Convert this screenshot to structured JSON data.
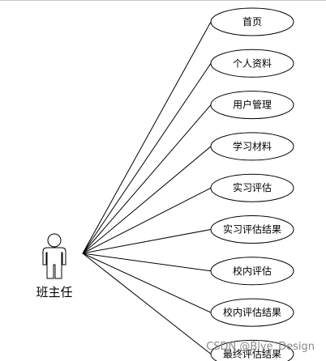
{
  "actor": {
    "label": "班主任",
    "icon": "person-icon"
  },
  "use_cases": [
    {
      "label": "首页"
    },
    {
      "label": "个人资料"
    },
    {
      "label": "用户管理"
    },
    {
      "label": "学习材料"
    },
    {
      "label": "实习评估"
    },
    {
      "label": "实习评估结果"
    },
    {
      "label": "校内评估"
    },
    {
      "label": "校内评估结果"
    },
    {
      "label": "最终评估结果"
    }
  ],
  "watermark": "CSDN @Blye_Design",
  "colors": {
    "stroke": "#000000",
    "background": "#ffffff",
    "watermark": "#8a8a8a"
  }
}
